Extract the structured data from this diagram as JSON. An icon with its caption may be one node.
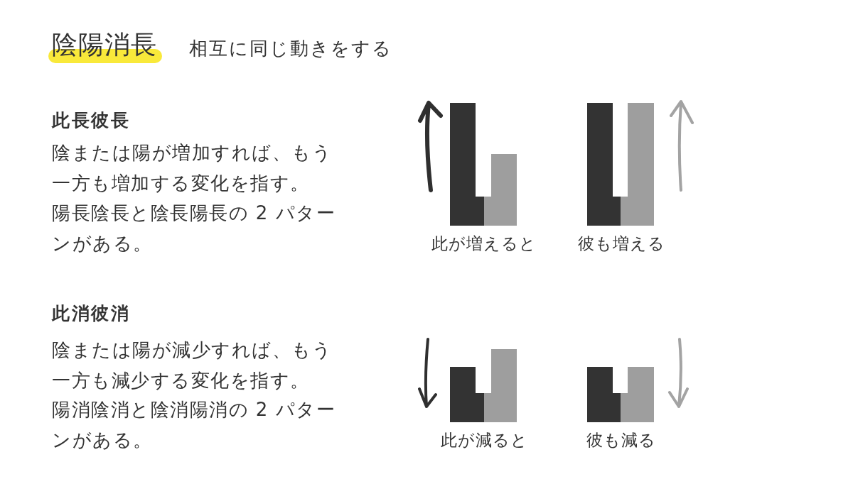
{
  "diagram": {
    "title": "陰陽消長",
    "nodes": [
      {
        "text": [],
        "shape": "bar"
      },
      {
        "text": [],
        "shape": "bar"
      },
      {
        "text": [],
        "shape": "bar"
      },
      {
        "text": [],
        "shape": "bar"
      },
      {
        "text": [],
        "shape": "bar"
      },
      {
        "text": [],
        "shape": "bar"
      },
      {
        "text": [],
        "shape": "bar"
      },
      {
        "text": [],
        "shape": "bar"
      }
    ],
    "labels": [
      "相互に同じ動きをする",
      "此長彼長",
      "陰または陽が増加すれば、もう一方も増加する変化を指す。",
      "陽長陰長と陰長陽長の 2 パターンがある。",
      "此が増えると",
      "彼も増える",
      "此消彼消",
      "陰または陽が減少すれば、もう一方も減少する変化を指す。",
      "陽消陰消と陰消陽消の 2 パターンがある。",
      "此が減ると",
      "彼も減る"
    ]
  }
}
